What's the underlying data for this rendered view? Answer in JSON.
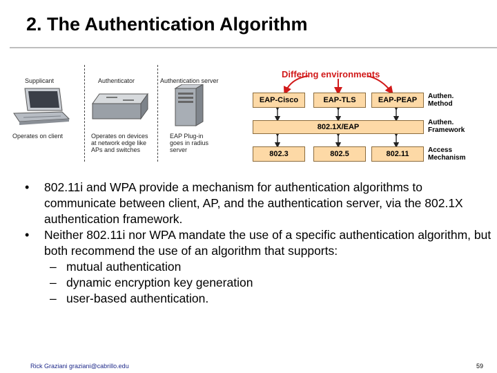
{
  "title": "2. The Authentication Algorithm",
  "left_diagram": {
    "supplicant": "Supplicant",
    "authenticator": "Authenticator",
    "auth_server": "Authentication server",
    "operates_client": "Operates on client",
    "operates_devices": [
      "Operates on devices",
      "at network edge like",
      "APs and switches"
    ],
    "eap_plugin": [
      "EAP Plug-in",
      "goes in radius",
      "server"
    ]
  },
  "right_diagram": {
    "heading": "Differing environments",
    "methods": [
      "EAP-Cisco",
      "EAP-TLS",
      "EAP-PEAP"
    ],
    "framework": "802.1X/EAP",
    "access": [
      "802.3",
      "802.5",
      "802.11"
    ],
    "side_labels": {
      "method": [
        "Authen.",
        "Method"
      ],
      "framework": [
        "Authen.",
        "Framework"
      ],
      "access": [
        "Access",
        "Mechanism"
      ]
    },
    "colors": {
      "box_fill": "#fdd9a6",
      "arrow": "#d11a1a"
    }
  },
  "bullets": [
    "802.11i and WPA provide a mechanism for authentication algorithms to communicate between client, AP, and the authentication server, via the 802.1X authentication framework.",
    "Neither 802.11i nor WPA mandate the use of a specific authentication algorithm, but both recommend the use of an algorithm that supports:"
  ],
  "sub_bullets": [
    "mutual authentication",
    "dynamic encryption key generation",
    "user-based authentication."
  ],
  "footer": {
    "author": "Rick Graziani  graziani@cabrillo.edu",
    "page": "59"
  }
}
